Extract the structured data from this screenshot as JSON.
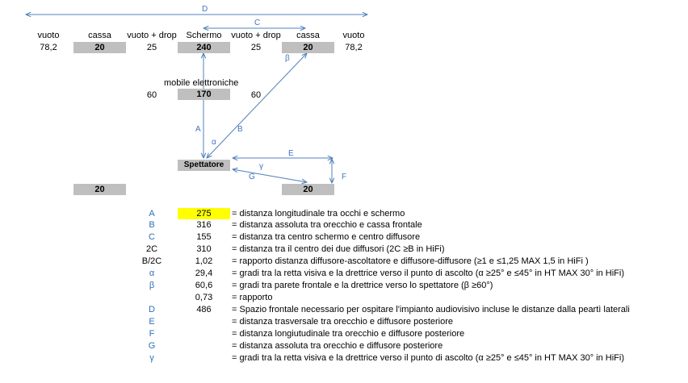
{
  "colors": {
    "arrow": "#4f81bd",
    "box": "#bfbfbf",
    "highlight": "#ffff00",
    "symbol": "#2e6fb5"
  },
  "top_row": {
    "labels": [
      "vuoto",
      "cassa",
      "vuoto + drop",
      "Schermo",
      "vuoto + drop",
      "cassa",
      "vuoto"
    ],
    "values": [
      "78,2",
      "20",
      "25",
      "240",
      "25",
      "20",
      "78,2"
    ]
  },
  "middle_row": {
    "label": "mobile elettroniche",
    "left": "60",
    "value": "170",
    "right": "60"
  },
  "spectator": {
    "label": "Spettatore"
  },
  "rear_boxes": [
    "20",
    "20"
  ],
  "arrow_labels": {
    "D": "D",
    "C": "C",
    "beta": "β",
    "A": "A",
    "alpha": "α",
    "B": "B",
    "E": "E",
    "gamma": "γ",
    "G": "G",
    "F": "F"
  },
  "legend": [
    {
      "sym": "A",
      "val": "275",
      "desc": "= distanza longitudinale tra occhi e schermo"
    },
    {
      "sym": "B",
      "val": "316",
      "desc": "= distanza assoluta tra orecchio e cassa frontale"
    },
    {
      "sym": "C",
      "val": "155",
      "desc": "= distanza tra centro schermo e centro diffusore"
    },
    {
      "sym": "2C",
      "val": "310",
      "desc": "= distanza tra il centro dei due diffusori (2C ≥B in HiFi)"
    },
    {
      "sym": "B/2C",
      "val": "1,02",
      "desc": "= rapporto distanza diffusore-ascoltatore e diffusore-diffusore (≥1 e ≤1,25 MAX 1,5 in HiFi )"
    },
    {
      "sym": "α",
      "val": "29,4",
      "desc": "= gradi tra la retta visiva e la drettrice verso il punto di ascolto (α  ≥25° e ≤45° in HT MAX 30° in HiFi)"
    },
    {
      "sym": "β",
      "val": "60,6",
      "desc": "= gradi tra parete frontale e la drettrice verso lo spettatore (β ≥60°)"
    },
    {
      "sym": "",
      "val": "0,73",
      "desc": "= rapporto"
    },
    {
      "sym": "D",
      "val": "486",
      "desc": "= Spazio frontale necessario per ospitare l'impianto audiovisivo incluse le distanze dalla peartì laterali"
    },
    {
      "sym": "E",
      "val": "",
      "desc": "= distanza trasversale tra orecchio e diffusore posteriore"
    },
    {
      "sym": "F",
      "val": "",
      "desc": "= distanza longiutudinale tra orecchio e diffusore posteriore"
    },
    {
      "sym": "G",
      "val": "",
      "desc": "= distanza assoluta tra orecchio e diffusore posteriore"
    },
    {
      "sym": "γ",
      "val": "",
      "desc": "= gradi tra la retta visiva e la drettrice verso il punto di ascolto (α  ≥25° e ≤45° in HT MAX 30° in HiFi)"
    }
  ]
}
